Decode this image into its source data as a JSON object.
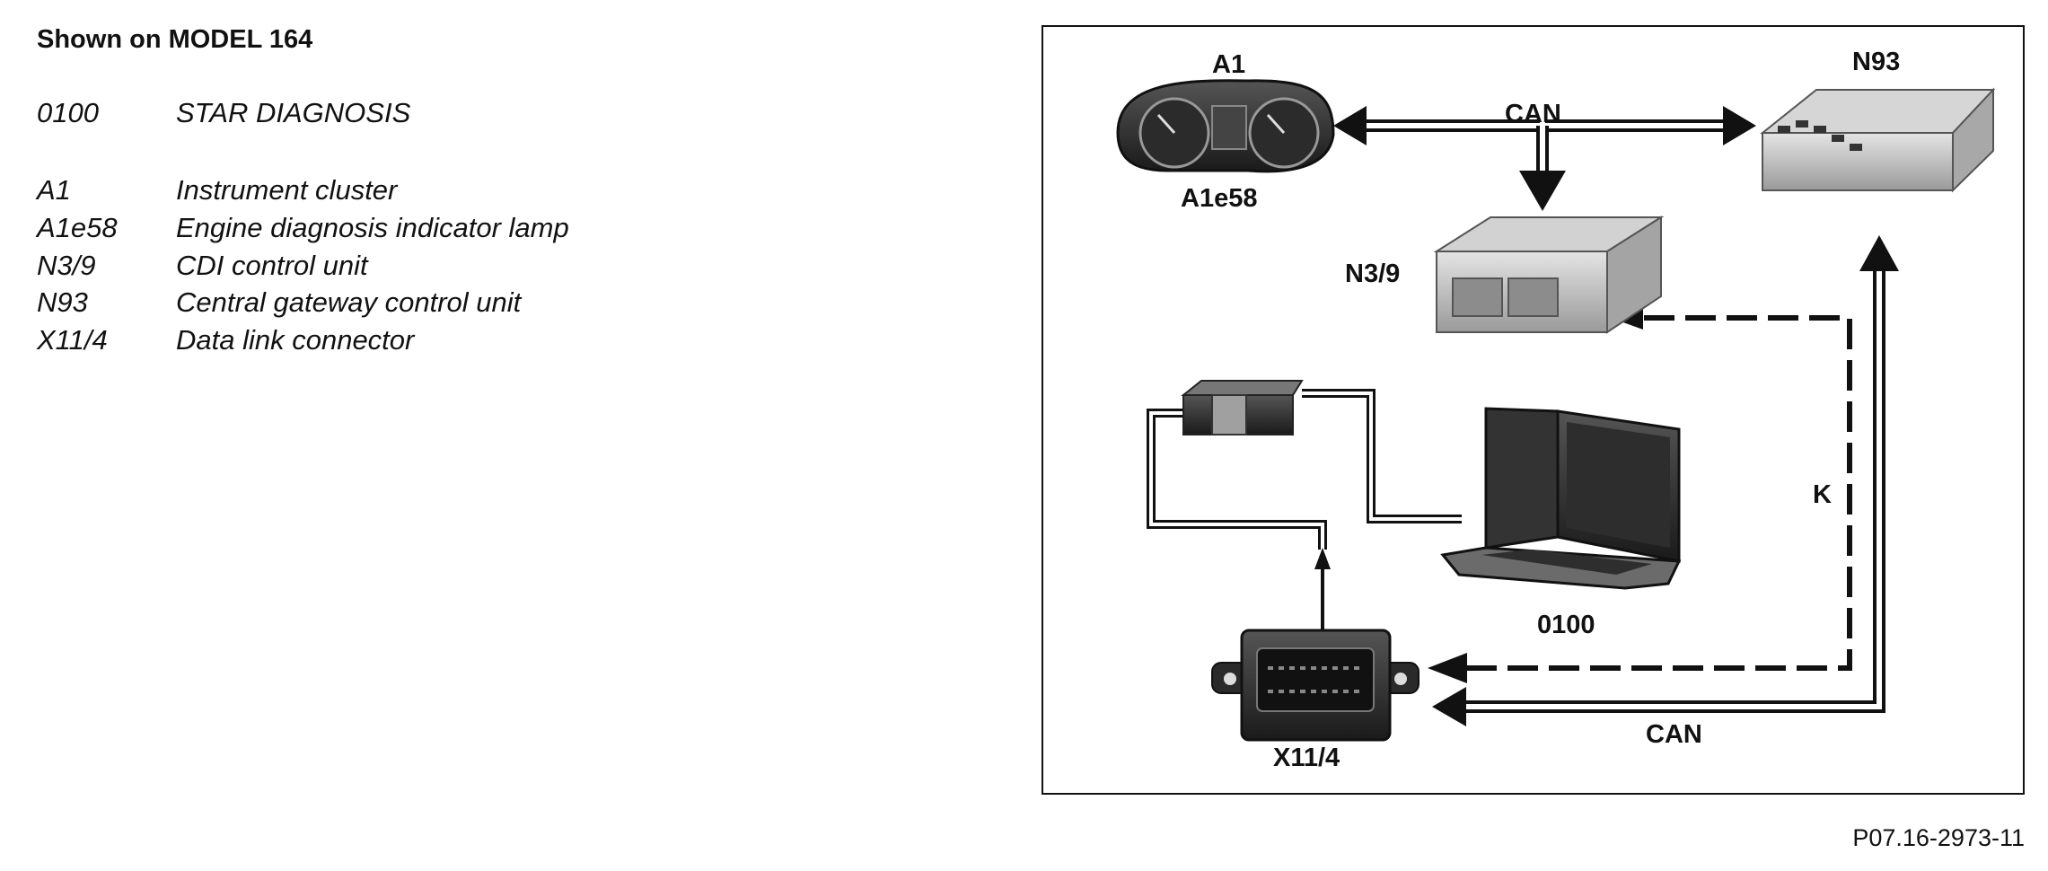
{
  "heading": "Shown on MODEL 164",
  "legend": [
    {
      "code": "0100",
      "desc": "STAR DIAGNOSIS"
    },
    {
      "code": "A1",
      "desc": "Instrument cluster"
    },
    {
      "code": "A1e58",
      "desc": "Engine diagnosis indicator lamp"
    },
    {
      "code": "N3/9",
      "desc": "CDI control unit"
    },
    {
      "code": "N93",
      "desc": "Central gateway control unit"
    },
    {
      "code": "X11/4",
      "desc": "Data link connector"
    }
  ],
  "diagram": {
    "labels": {
      "a1": "A1",
      "a1e58": "A1e58",
      "n93": "N93",
      "n3_9": "N3/9",
      "can_top": "CAN",
      "can_bottom": "CAN",
      "k": "K",
      "star": "0100",
      "x11_4": "X11/4"
    }
  },
  "footer": "P07.16-2973-11"
}
